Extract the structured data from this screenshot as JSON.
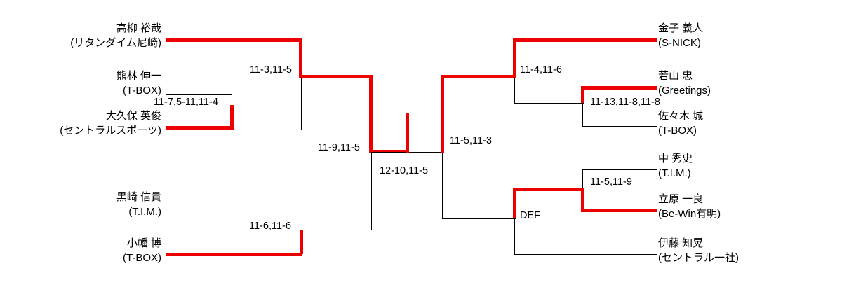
{
  "tournament": {
    "type": "single-elimination-bracket",
    "orientation": "mirrored-center-final",
    "colors": {
      "line": "#000000",
      "winner_path": "#ee0000",
      "background": "#ffffff"
    }
  },
  "left": {
    "players": [
      {
        "name": "高柳 裕哉",
        "team": "(リタンダイム尼崎)"
      },
      {
        "name": "熊林 伸一",
        "team": "(T-BOX)"
      },
      {
        "name": "大久保 英俊",
        "team": "(セントラルスポーツ)"
      },
      {
        "name": "黒崎 信貴",
        "team": "(T.I.M.)"
      },
      {
        "name": "小幡 博",
        "team": "(T-BOX)"
      }
    ],
    "scores": {
      "r1_lower": "11-7,5-11,11-4",
      "qf_top": "11-3,11-5",
      "qf_bottom": "11-6,11-6",
      "sf": "11-9,11-5"
    }
  },
  "right": {
    "players": [
      {
        "name": "金子 義人",
        "team": "(S-NICK)"
      },
      {
        "name": "若山 忠",
        "team": "(Greetings)"
      },
      {
        "name": "佐々木 城",
        "team": "(T-BOX)"
      },
      {
        "name": "中 秀史",
        "team": "(T.I.M.)"
      },
      {
        "name": "立原 一良",
        "team": "(Be-Win有明)"
      },
      {
        "name": "伊藤 知晃",
        "team": "(セントラル一社)"
      }
    ],
    "scores": {
      "r1_upper": "11-13,11-8,11-8",
      "qf_top": "11-4,11-6",
      "r1_lower": "11-5,11-9",
      "qf_bottom": "DEF",
      "sf": "11-5,11-3"
    }
  },
  "final": {
    "score": "12-10,11-5"
  }
}
